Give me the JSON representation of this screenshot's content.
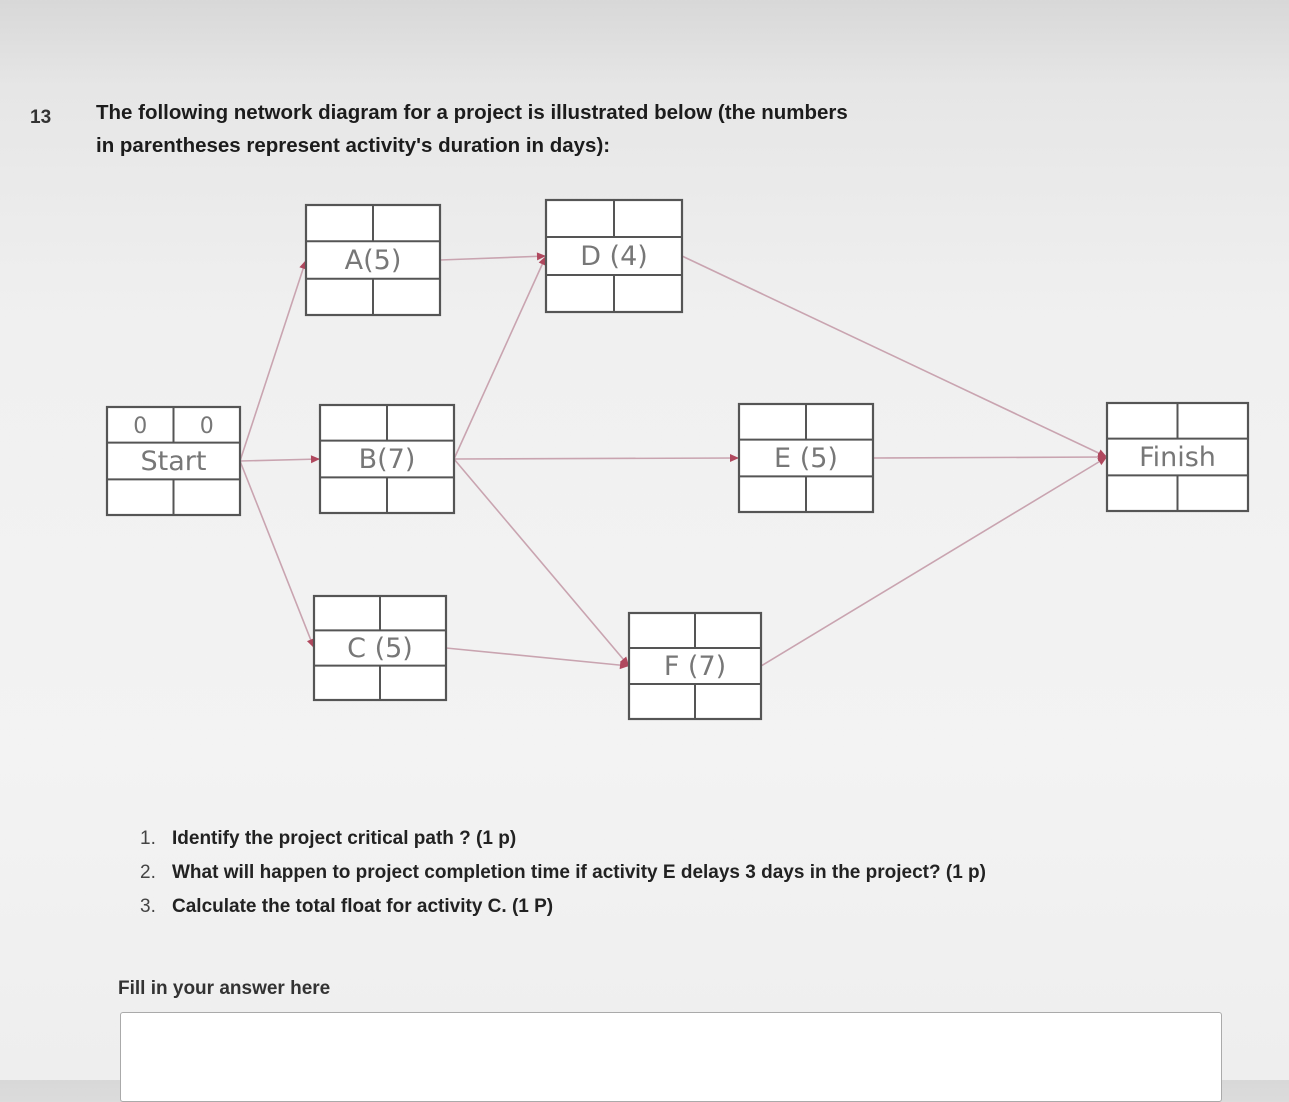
{
  "question": {
    "number": "13",
    "line1": "The following network diagram for a project is illustrated below (the numbers",
    "line2": "in parentheses represent activity's duration in days):"
  },
  "diagram": {
    "nodes": [
      {
        "id": "start",
        "label": "Start",
        "top_left": "0",
        "top_right": "0"
      },
      {
        "id": "a",
        "label": "A(5)"
      },
      {
        "id": "b",
        "label": "B(7)"
      },
      {
        "id": "c",
        "label": "C (5)"
      },
      {
        "id": "d",
        "label": "D (4)"
      },
      {
        "id": "e",
        "label": "E (5)"
      },
      {
        "id": "f",
        "label": "F (7)"
      },
      {
        "id": "finish",
        "label": "Finish"
      }
    ],
    "edges": [
      {
        "from": "start",
        "to": "a"
      },
      {
        "from": "start",
        "to": "b"
      },
      {
        "from": "start",
        "to": "c"
      },
      {
        "from": "a",
        "to": "d"
      },
      {
        "from": "b",
        "to": "d"
      },
      {
        "from": "b",
        "to": "e"
      },
      {
        "from": "b",
        "to": "f"
      },
      {
        "from": "c",
        "to": "f"
      },
      {
        "from": "d",
        "to": "finish"
      },
      {
        "from": "e",
        "to": "finish"
      },
      {
        "from": "f",
        "to": "finish"
      }
    ],
    "colors": {
      "arrow": "#b0485e",
      "line": "#c9a4b0"
    }
  },
  "questions": [
    {
      "num": "1.",
      "text": "Identify the project critical path ? (1 p)"
    },
    {
      "num": "2.",
      "text": "What will happen to project completion time if activity E delays 3 days in the project? (1 p)"
    },
    {
      "num": "3.",
      "text": "Calculate the total float for activity C. (1 P)"
    }
  ],
  "answer": {
    "label": "Fill in your answer here",
    "value": ""
  }
}
